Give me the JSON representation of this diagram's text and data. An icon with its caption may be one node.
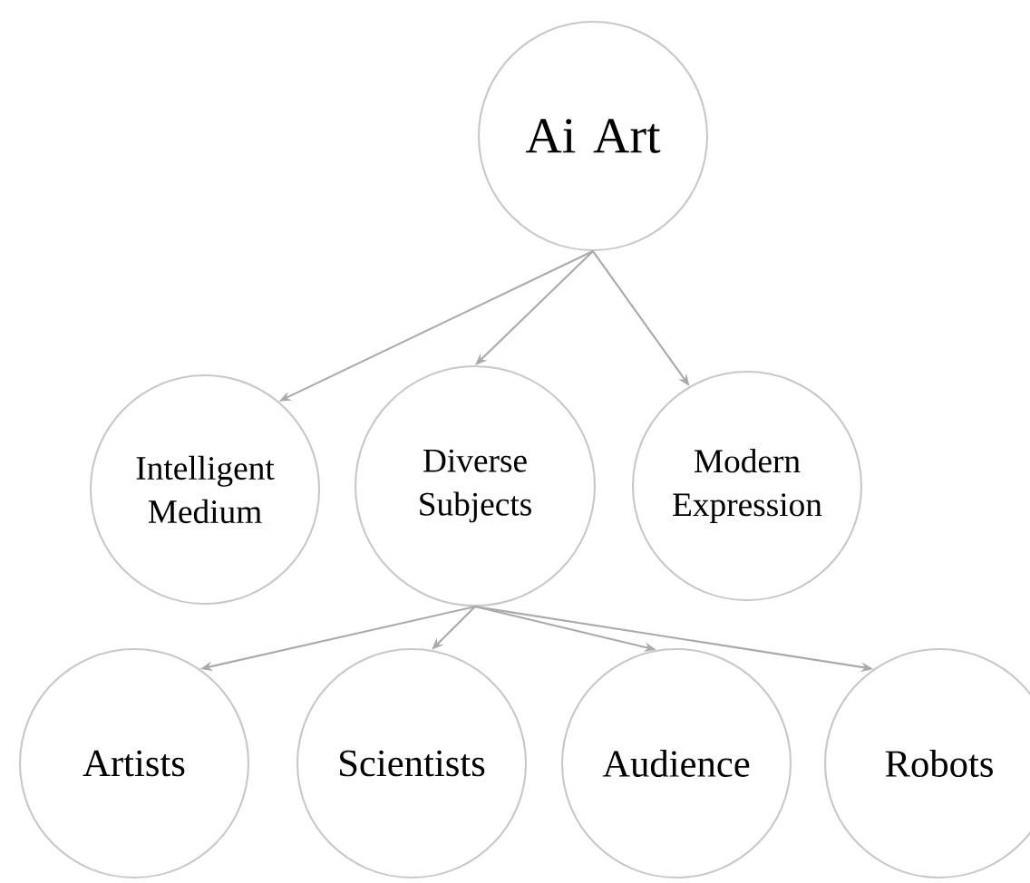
{
  "diagram": {
    "nodes": [
      {
        "text": [
          "Ai Art"
        ]
      },
      {
        "text": [
          "Intelligent Medium"
        ]
      },
      {
        "text": [
          "Diverse Subjects"
        ]
      },
      {
        "text": [
          "Modern Expression"
        ]
      },
      {
        "text": [
          "Artists"
        ]
      },
      {
        "text": [
          "Scientists"
        ]
      },
      {
        "text": [
          "Audience"
        ]
      },
      {
        "text": [
          "Robots"
        ]
      }
    ],
    "edges": [
      {
        "from": 0,
        "to": 1,
        "arrow": "to"
      },
      {
        "from": 0,
        "to": 2,
        "arrow": "to"
      },
      {
        "from": 0,
        "to": 3,
        "arrow": "to"
      },
      {
        "from": 2,
        "to": 4,
        "arrow": "to"
      },
      {
        "from": 2,
        "to": 5,
        "arrow": "to"
      },
      {
        "from": 2,
        "to": 6,
        "arrow": "to"
      },
      {
        "from": 2,
        "to": 7,
        "arrow": "to"
      }
    ]
  }
}
